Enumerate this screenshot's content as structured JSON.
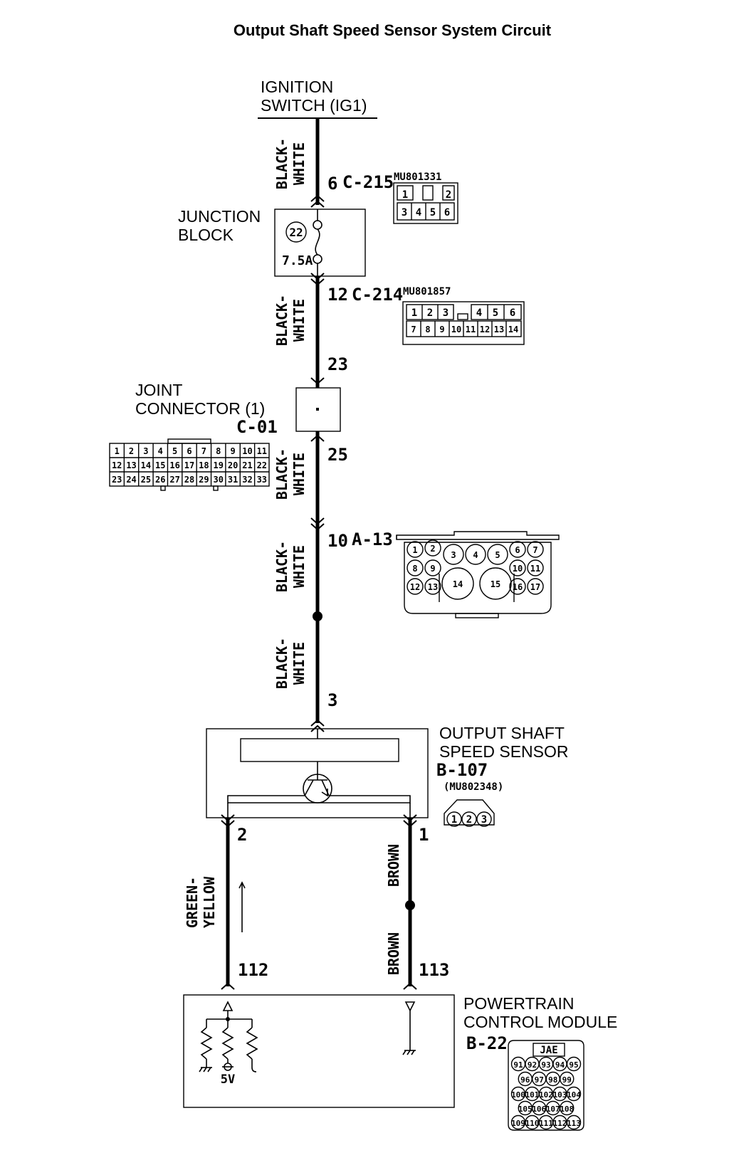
{
  "title": "Output Shaft Speed Sensor System Circuit",
  "ignition": {
    "line1": "IGNITION",
    "line2": "SWITCH (IG1)"
  },
  "wires": {
    "w1": [
      "BLACK-",
      "WHITE"
    ],
    "w2": [
      "BLACK-",
      "WHITE"
    ],
    "w3": [
      "BLACK-",
      "WHITE"
    ],
    "w4": [
      "BLACK-",
      "WHITE"
    ],
    "w5": [
      "BLACK-",
      "WHITE"
    ],
    "green_yellow": [
      "GREEN-",
      "YELLOW"
    ],
    "brown1": "BROWN",
    "brown2": "BROWN"
  },
  "pins": {
    "p6": "6",
    "p12": "12",
    "p23": "23",
    "p25": "25",
    "p10": "10",
    "p3": "3",
    "p2": "2",
    "p1": "1",
    "p112": "112",
    "p113": "113"
  },
  "connectors": {
    "c215": {
      "id": "C-215",
      "part": "MU801331",
      "row1": [
        "1",
        "2"
      ],
      "row2": [
        "3",
        "4",
        "5",
        "6"
      ]
    },
    "c214": {
      "id": "C-214",
      "part": "MU801857",
      "row1": [
        "1",
        "2",
        "3",
        "4",
        "5",
        "6"
      ],
      "row2": [
        "7",
        "8",
        "9",
        "10",
        "11",
        "12",
        "13",
        "14"
      ]
    },
    "c01": {
      "label1": "JOINT",
      "label2": "CONNECTOR (1)",
      "id": "C-01",
      "row1": [
        "1",
        "2",
        "3",
        "4",
        "5",
        "6",
        "7",
        "8",
        "9",
        "10",
        "11"
      ],
      "row2": [
        "12",
        "13",
        "14",
        "15",
        "16",
        "17",
        "18",
        "19",
        "20",
        "21",
        "22"
      ],
      "row3": [
        "23",
        "24",
        "25",
        "26",
        "27",
        "28",
        "29",
        "30",
        "31",
        "32",
        "33"
      ]
    },
    "a13": {
      "id": "A-13",
      "pins": [
        "1",
        "2",
        "3",
        "4",
        "5",
        "6",
        "7",
        "8",
        "9",
        "14",
        "15",
        "10",
        "11",
        "12",
        "13",
        "16",
        "17"
      ]
    },
    "b107": {
      "part": "(MU802348)",
      "pins": [
        "1",
        "2",
        "3"
      ]
    },
    "b22": {
      "tag": "JAE",
      "row1": [
        "91",
        "92",
        "93",
        "94",
        "95"
      ],
      "row2": [
        "96",
        "97",
        "98",
        "99"
      ],
      "row3": [
        "100",
        "101",
        "102",
        "103",
        "104"
      ],
      "row4": [
        "105",
        "106",
        "107",
        "108"
      ],
      "row5": [
        "109",
        "110",
        "111",
        "112",
        "113"
      ]
    }
  },
  "junction_block": {
    "line1": "JUNCTION",
    "line2": "BLOCK",
    "fuse_no": "22",
    "fuse_rating": "7.5A"
  },
  "sensor": {
    "line1": "OUTPUT SHAFT",
    "line2": "SPEED SENSOR",
    "id": "B-107"
  },
  "pcm": {
    "line1": "POWERTRAIN",
    "line2": "CONTROL MODULE",
    "id": "B-22",
    "voltage": "5V"
  }
}
